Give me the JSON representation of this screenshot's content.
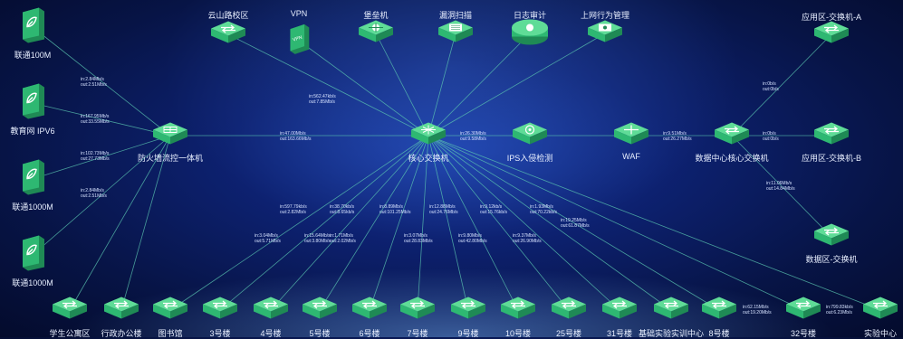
{
  "colors": {
    "line": "#5cc8b2",
    "node": "#2eb872",
    "node_dark": "#1f8a55",
    "node_light": "#5fdc97"
  },
  "isp_nodes": [
    {
      "id": "unicom100m",
      "label": "联通100M",
      "icon": "leaf-icon"
    },
    {
      "id": "edu-ipv6",
      "label": "教育网 IPV6",
      "icon": "leaf-icon"
    },
    {
      "id": "unicom1000m-1",
      "label": "联通1000M",
      "icon": "leaf-icon"
    },
    {
      "id": "unicom1000m-2",
      "label": "联通1000M",
      "icon": "leaf-icon"
    }
  ],
  "isp_traffic": [
    {
      "in": "in:2.84Mb/s",
      "out": "out:2.51Mb/s"
    },
    {
      "in": "in:167.95Mb/s",
      "out": "out:33.55Mb/s"
    },
    {
      "in": "in:102.73Mb/s",
      "out": "out:27.73Mb/s"
    },
    {
      "in": "in:2.84Mb/s",
      "out": "out:2.51Mb/s"
    }
  ],
  "top_nodes": [
    {
      "id": "yunshan",
      "label": "云山路校区",
      "icon": "switch-icon"
    },
    {
      "id": "vpn",
      "label": "VPN",
      "icon": "vpn-device-icon"
    },
    {
      "id": "bastion",
      "label": "堡垒机",
      "icon": "bastion-host-icon"
    },
    {
      "id": "vuln-scan",
      "label": "漏洞扫描",
      "icon": "scanner-icon"
    },
    {
      "id": "log-audit",
      "label": "日志审计",
      "icon": "log-audit-icon"
    },
    {
      "id": "behavior",
      "label": "上网行为管理",
      "icon": "behavior-mgmt-icon"
    }
  ],
  "firewall": {
    "label": "防火墙流控一体机",
    "icon": "firewall-icon"
  },
  "core": {
    "label": "核心交换机",
    "icon": "core-switch-icon"
  },
  "ips": {
    "label": "IPS入侵检测",
    "icon": "ips-icon"
  },
  "waf": {
    "label": "WAF",
    "icon": "waf-icon"
  },
  "dc_core": {
    "label": "数据中心核心交换机",
    "icon": "switch-icon"
  },
  "app_a": {
    "label": "应用区-交换机-A",
    "icon": "switch-icon"
  },
  "app_b": {
    "label": "应用区-交换机-B",
    "icon": "switch-icon"
  },
  "db_zone": {
    "label": "数据区-交换机",
    "icon": "switch-icon"
  },
  "link_traffic": {
    "top_to_core": {
      "in": "in:562.47kb/s",
      "out": "out:7.85Mb/s"
    },
    "fw_to_core": {
      "in": "in:47.00Mb/s",
      "out": "out:163.66Mb/s"
    },
    "core_to_ips": {
      "in": "in:26.30Mb/s",
      "out": "out:9.58Mb/s"
    },
    "waf_to_dc": {
      "in": "in:9.51Mb/s",
      "out": "out:26.27Mb/s"
    },
    "dc_to_app_a": {
      "in": "in:0b/s",
      "out": "out:0b/s"
    },
    "dc_to_app_b": {
      "in": "in:0b/s",
      "out": "out:0b/s"
    },
    "dc_to_db": {
      "in": "in:11.06Mb/s",
      "out": "out:14.84Mb/s"
    }
  },
  "building_traffic_upper": [
    {
      "in": "in:597.79kb/s",
      "out": "out:2.82Mb/s"
    },
    {
      "in": "in:38.70kb/s",
      "out": "out:8.65kb/s"
    },
    {
      "in": "in:8.89Mb/s",
      "out": "out:101.25Mb/s"
    },
    {
      "in": "in:12.88Mb/s",
      "out": "out:24.76Mb/s"
    },
    {
      "in": "in:9.12kb/s",
      "out": "out:15.76kb/s"
    },
    {
      "in": "in:1.93Mb/s",
      "out": "out:70.22kb/s"
    },
    {
      "in": "in:19.25Mb/s",
      "out": "out:61.87Mb/s"
    }
  ],
  "building_traffic_lower": [
    {
      "in": "in:3.04Mb/s",
      "out": "out:5.71Mb/s"
    },
    {
      "in": "in:15.64Mb/s",
      "out": "out:3.80Mb/s"
    },
    {
      "in": "in:1.71Mb/s",
      "out": "out:2.02Mb/s"
    },
    {
      "in": "in:3.07Mb/s",
      "out": "out:28.83Mb/s"
    },
    {
      "in": "in:9.80Mb/s",
      "out": "out:42.80Mb/s"
    },
    {
      "in": "in:9.37Mb/s",
      "out": "out:26.90Mb/s"
    }
  ],
  "bottom_right_traffic": [
    {
      "in": "in:62.15Mb/s",
      "out": "out:19.20Mb/s"
    },
    {
      "in": "in:799.83kb/s",
      "out": "out:6.23Mb/s"
    }
  ],
  "buildings": [
    {
      "label": "学生公寓区",
      "icon": "switch-icon"
    },
    {
      "label": "行政办公楼",
      "icon": "switch-icon"
    },
    {
      "label": "图书馆",
      "icon": "switch-icon"
    },
    {
      "label": "3号楼",
      "icon": "switch-icon"
    },
    {
      "label": "4号楼",
      "icon": "switch-icon"
    },
    {
      "label": "5号楼",
      "icon": "switch-icon"
    },
    {
      "label": "6号楼",
      "icon": "switch-icon"
    },
    {
      "label": "7号楼",
      "icon": "switch-icon"
    },
    {
      "label": "9号楼",
      "icon": "switch-icon"
    },
    {
      "label": "10号楼",
      "icon": "switch-icon"
    },
    {
      "label": "25号楼",
      "icon": "switch-icon"
    },
    {
      "label": "31号楼",
      "icon": "switch-icon"
    },
    {
      "label": "基础实验实训中心",
      "icon": "switch-icon"
    },
    {
      "label": "8号楼",
      "icon": "switch-icon"
    },
    {
      "label": "32号楼",
      "icon": "switch-icon"
    },
    {
      "label": "实验中心",
      "icon": "switch-icon"
    }
  ]
}
